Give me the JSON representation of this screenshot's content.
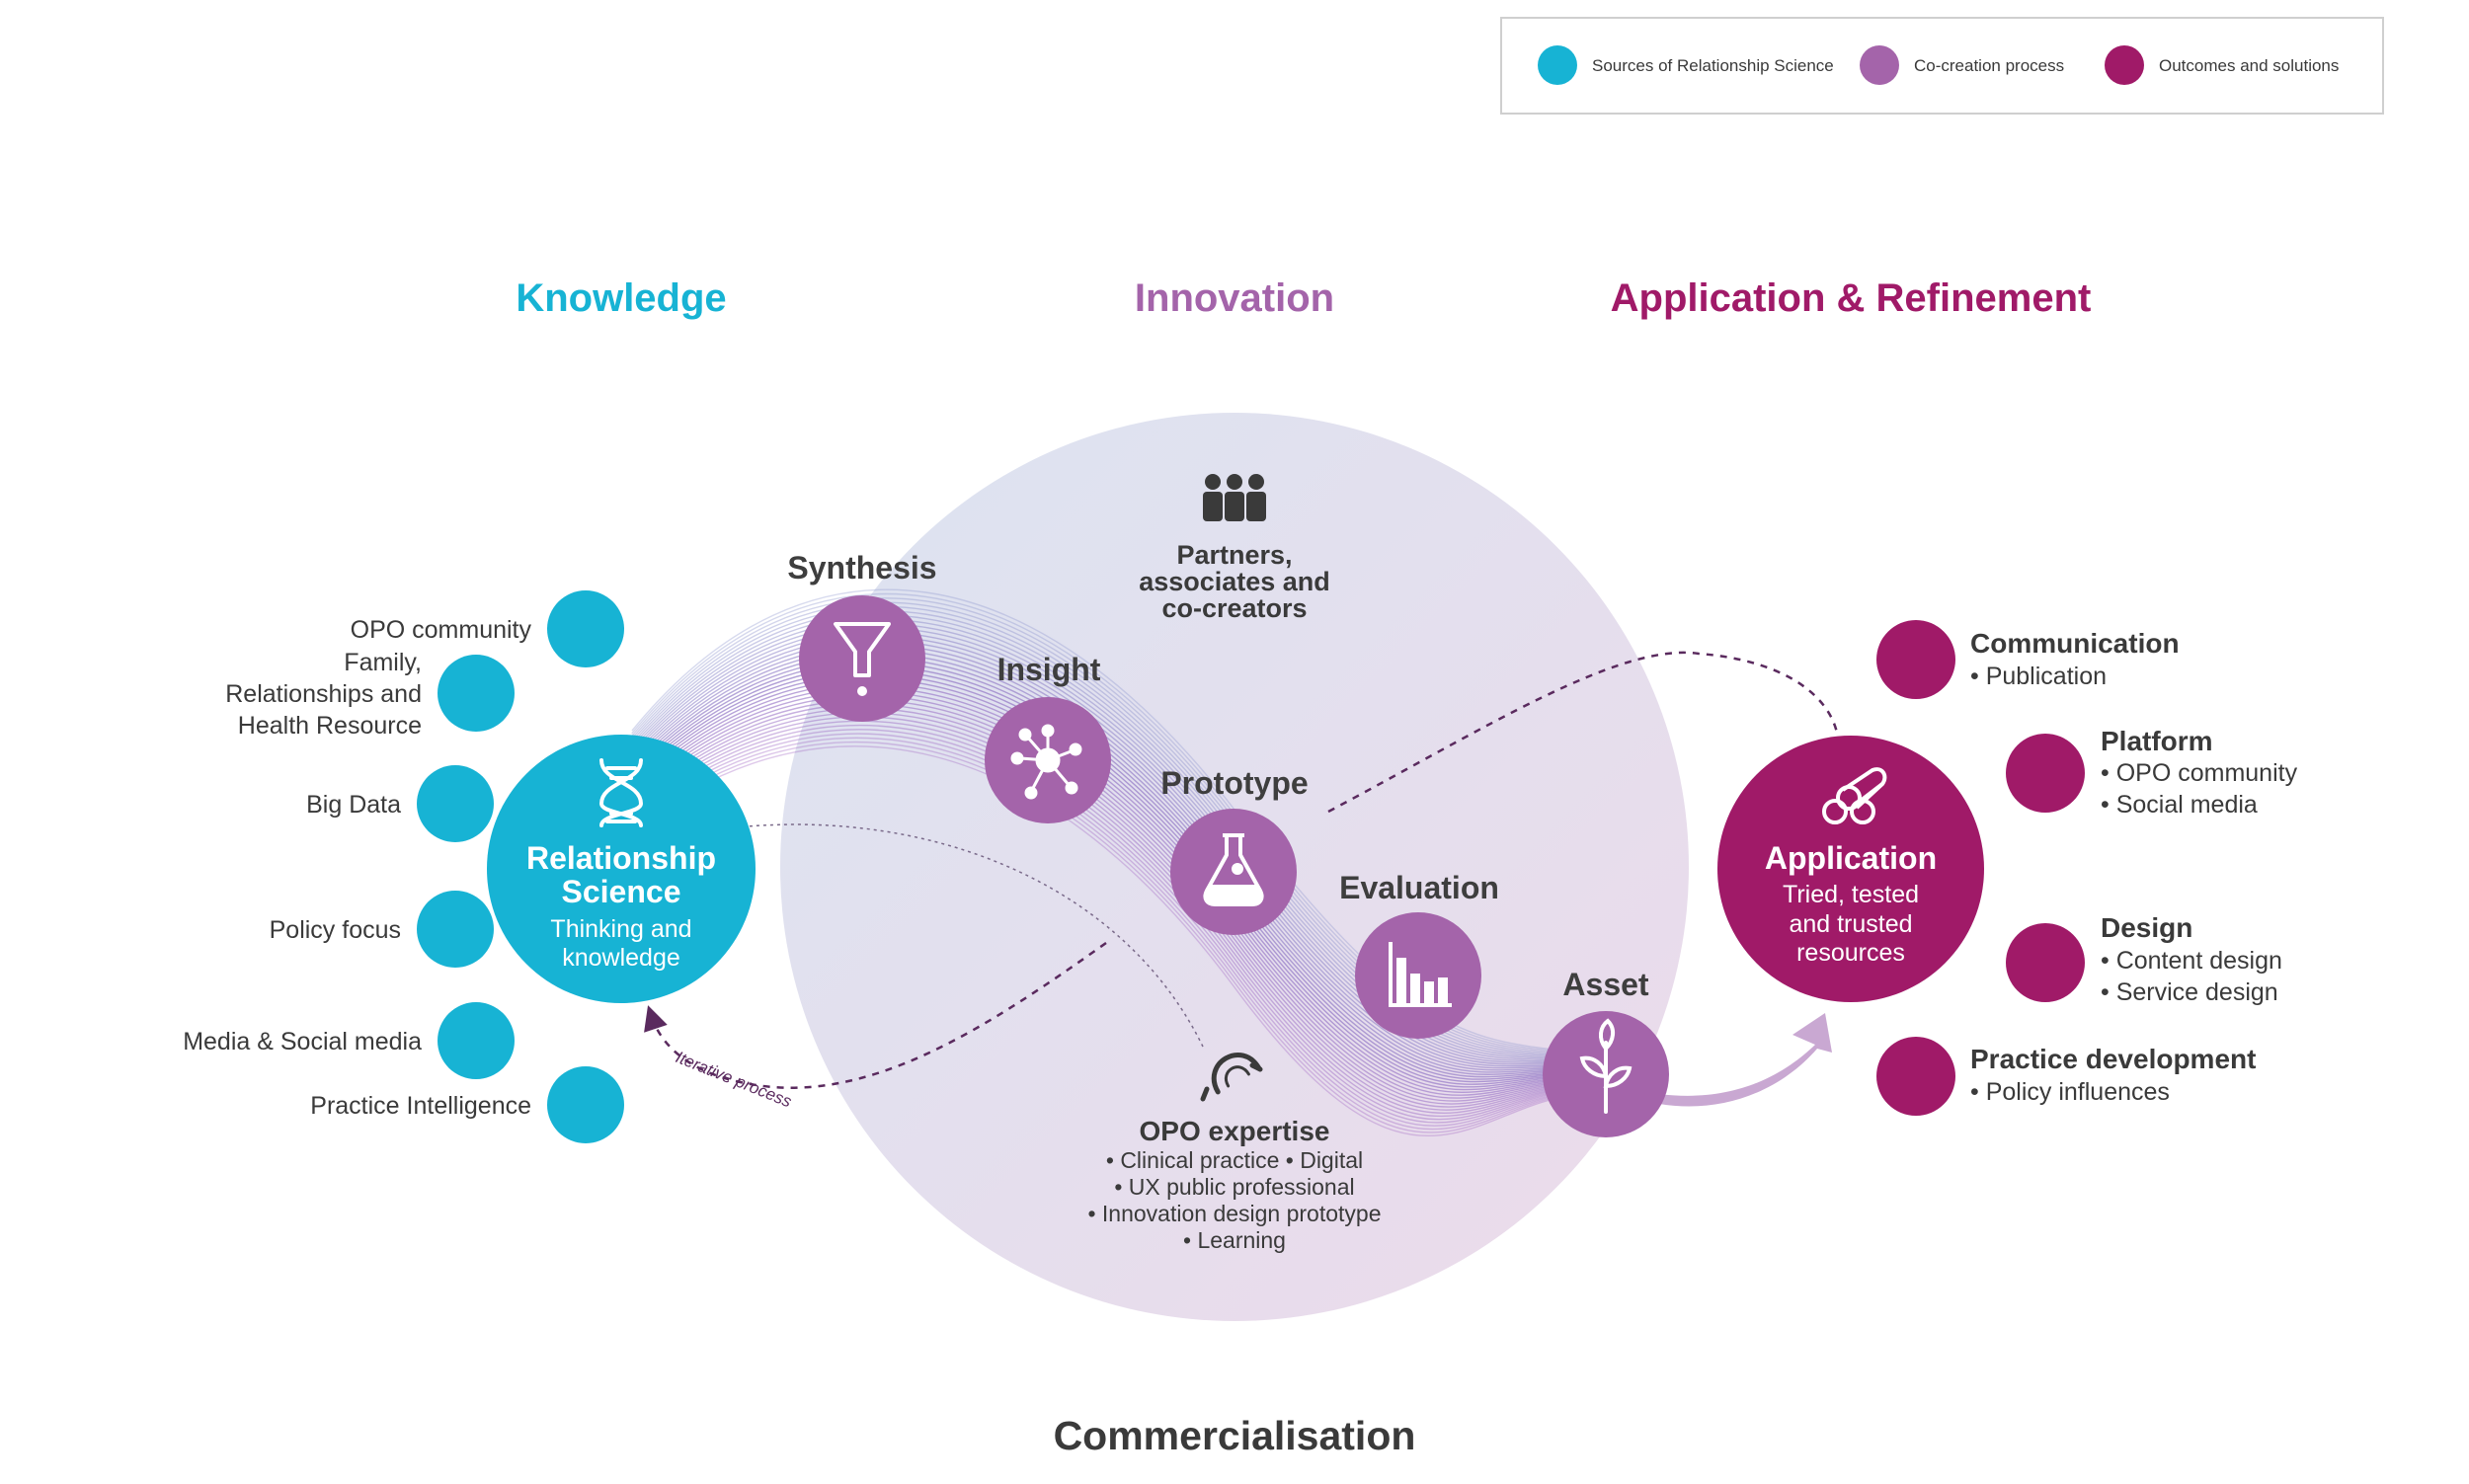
{
  "legend": [
    {
      "label": "Sources of Relationship Science",
      "color": "#17b3d4"
    },
    {
      "label": "Co-creation process",
      "color": "#a464aa"
    },
    {
      "label": "Outcomes and solutions",
      "color": "#a01a68"
    }
  ],
  "headings": {
    "knowledge": "Knowledge",
    "innovation": "Innovation",
    "application": "Application & Refinement"
  },
  "colors": {
    "knowledge": "#17b3d4",
    "innovation": "#a464aa",
    "application": "#a01a68"
  },
  "sources": [
    {
      "lines": [
        "OPO community"
      ]
    },
    {
      "lines": [
        "Family,",
        "Relationships and",
        "Health Resource"
      ]
    },
    {
      "lines": [
        "Big Data"
      ]
    },
    {
      "lines": [
        "Policy focus"
      ]
    },
    {
      "lines": [
        "Media & Social media"
      ]
    },
    {
      "lines": [
        "Practice Intelligence"
      ]
    }
  ],
  "relationship_science": {
    "title": [
      "Relationship",
      "Science"
    ],
    "subtitle": [
      "Thinking and",
      "knowledge"
    ],
    "icon": "dna-icon"
  },
  "process_steps": [
    {
      "label": "Synthesis",
      "icon": "funnel-icon"
    },
    {
      "label": "Insight",
      "icon": "network-icon"
    },
    {
      "label": "Prototype",
      "icon": "flask-icon"
    },
    {
      "label": "Evaluation",
      "icon": "bar-chart-icon"
    },
    {
      "label": "Asset",
      "icon": "sprout-icon"
    }
  ],
  "partners": {
    "icon": "people-icon",
    "lines": [
      "Partners,",
      "associates and",
      "co-creators"
    ]
  },
  "expertise": {
    "icon": "magnet-icon",
    "title": "OPO expertise",
    "items": [
      "• Clinical practice • Digital",
      "• UX public professional",
      "• Innovation design prototype",
      "• Learning"
    ]
  },
  "iterative_label": "Iterative process",
  "application": {
    "title": "Application",
    "subtitle": [
      "Tried, tested",
      "and trusted",
      "resources"
    ],
    "icon": "pipes-icon"
  },
  "outcomes": [
    {
      "title": "Communication",
      "items": [
        "• Publication"
      ]
    },
    {
      "title": "Platform",
      "items": [
        "• OPO community",
        "• Social media"
      ]
    },
    {
      "title": "Design",
      "items": [
        "• Content design",
        "• Service design"
      ]
    },
    {
      "title": "Practice development",
      "items": [
        "• Policy influences"
      ]
    }
  ],
  "footer": "Commercialisation"
}
